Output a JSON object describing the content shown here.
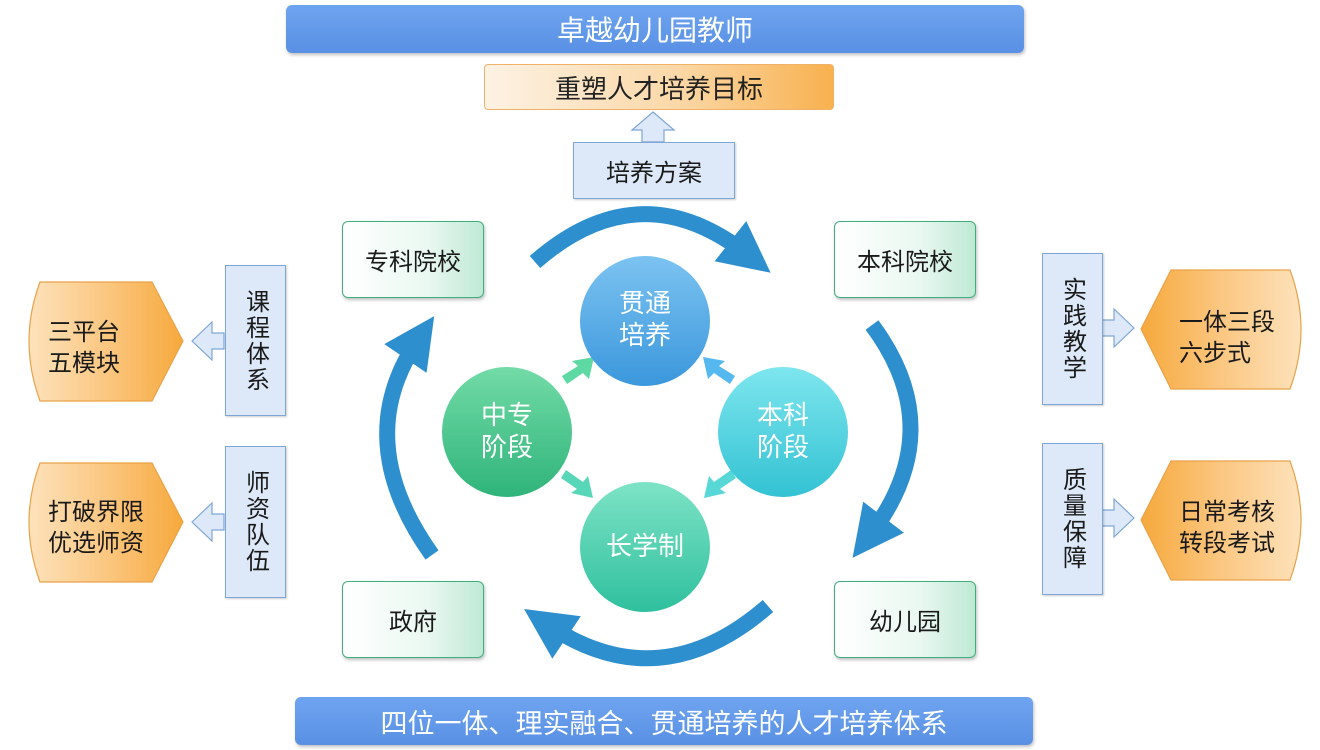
{
  "top_banner": "卓越幼儿园教师",
  "goal": "重塑人才培养目标",
  "plan": "培养方案",
  "institutions": {
    "college": "专科院校",
    "university": "本科院校",
    "government": "政府",
    "kindergarten": "幼儿园"
  },
  "center": {
    "top": [
      "贯通",
      "培养"
    ],
    "left": [
      "中专",
      "阶段"
    ],
    "right": [
      "本科",
      "阶段"
    ],
    "bottom": "长学制"
  },
  "left_side": [
    {
      "label": "课程体系",
      "result": [
        "三平台",
        "五模块"
      ]
    },
    {
      "label": "师资队伍",
      "result": [
        "打破界限",
        "优选师资"
      ]
    }
  ],
  "right_side": [
    {
      "label": "实践教学",
      "result": [
        "一体三段",
        "六步式"
      ]
    },
    {
      "label": "质量保障",
      "result": [
        "日常考核",
        "转段考试"
      ]
    }
  ],
  "bottom_banner": "四位一体、理实融合、贯通培养的人才培养体系",
  "colors": {
    "banner_blue": "#5f95e8",
    "cycle_arrow": "#2e8fcf",
    "inst_border": "#3fae7c",
    "orange": "#f8b24f",
    "label_box_bg": "#dde9f8"
  }
}
